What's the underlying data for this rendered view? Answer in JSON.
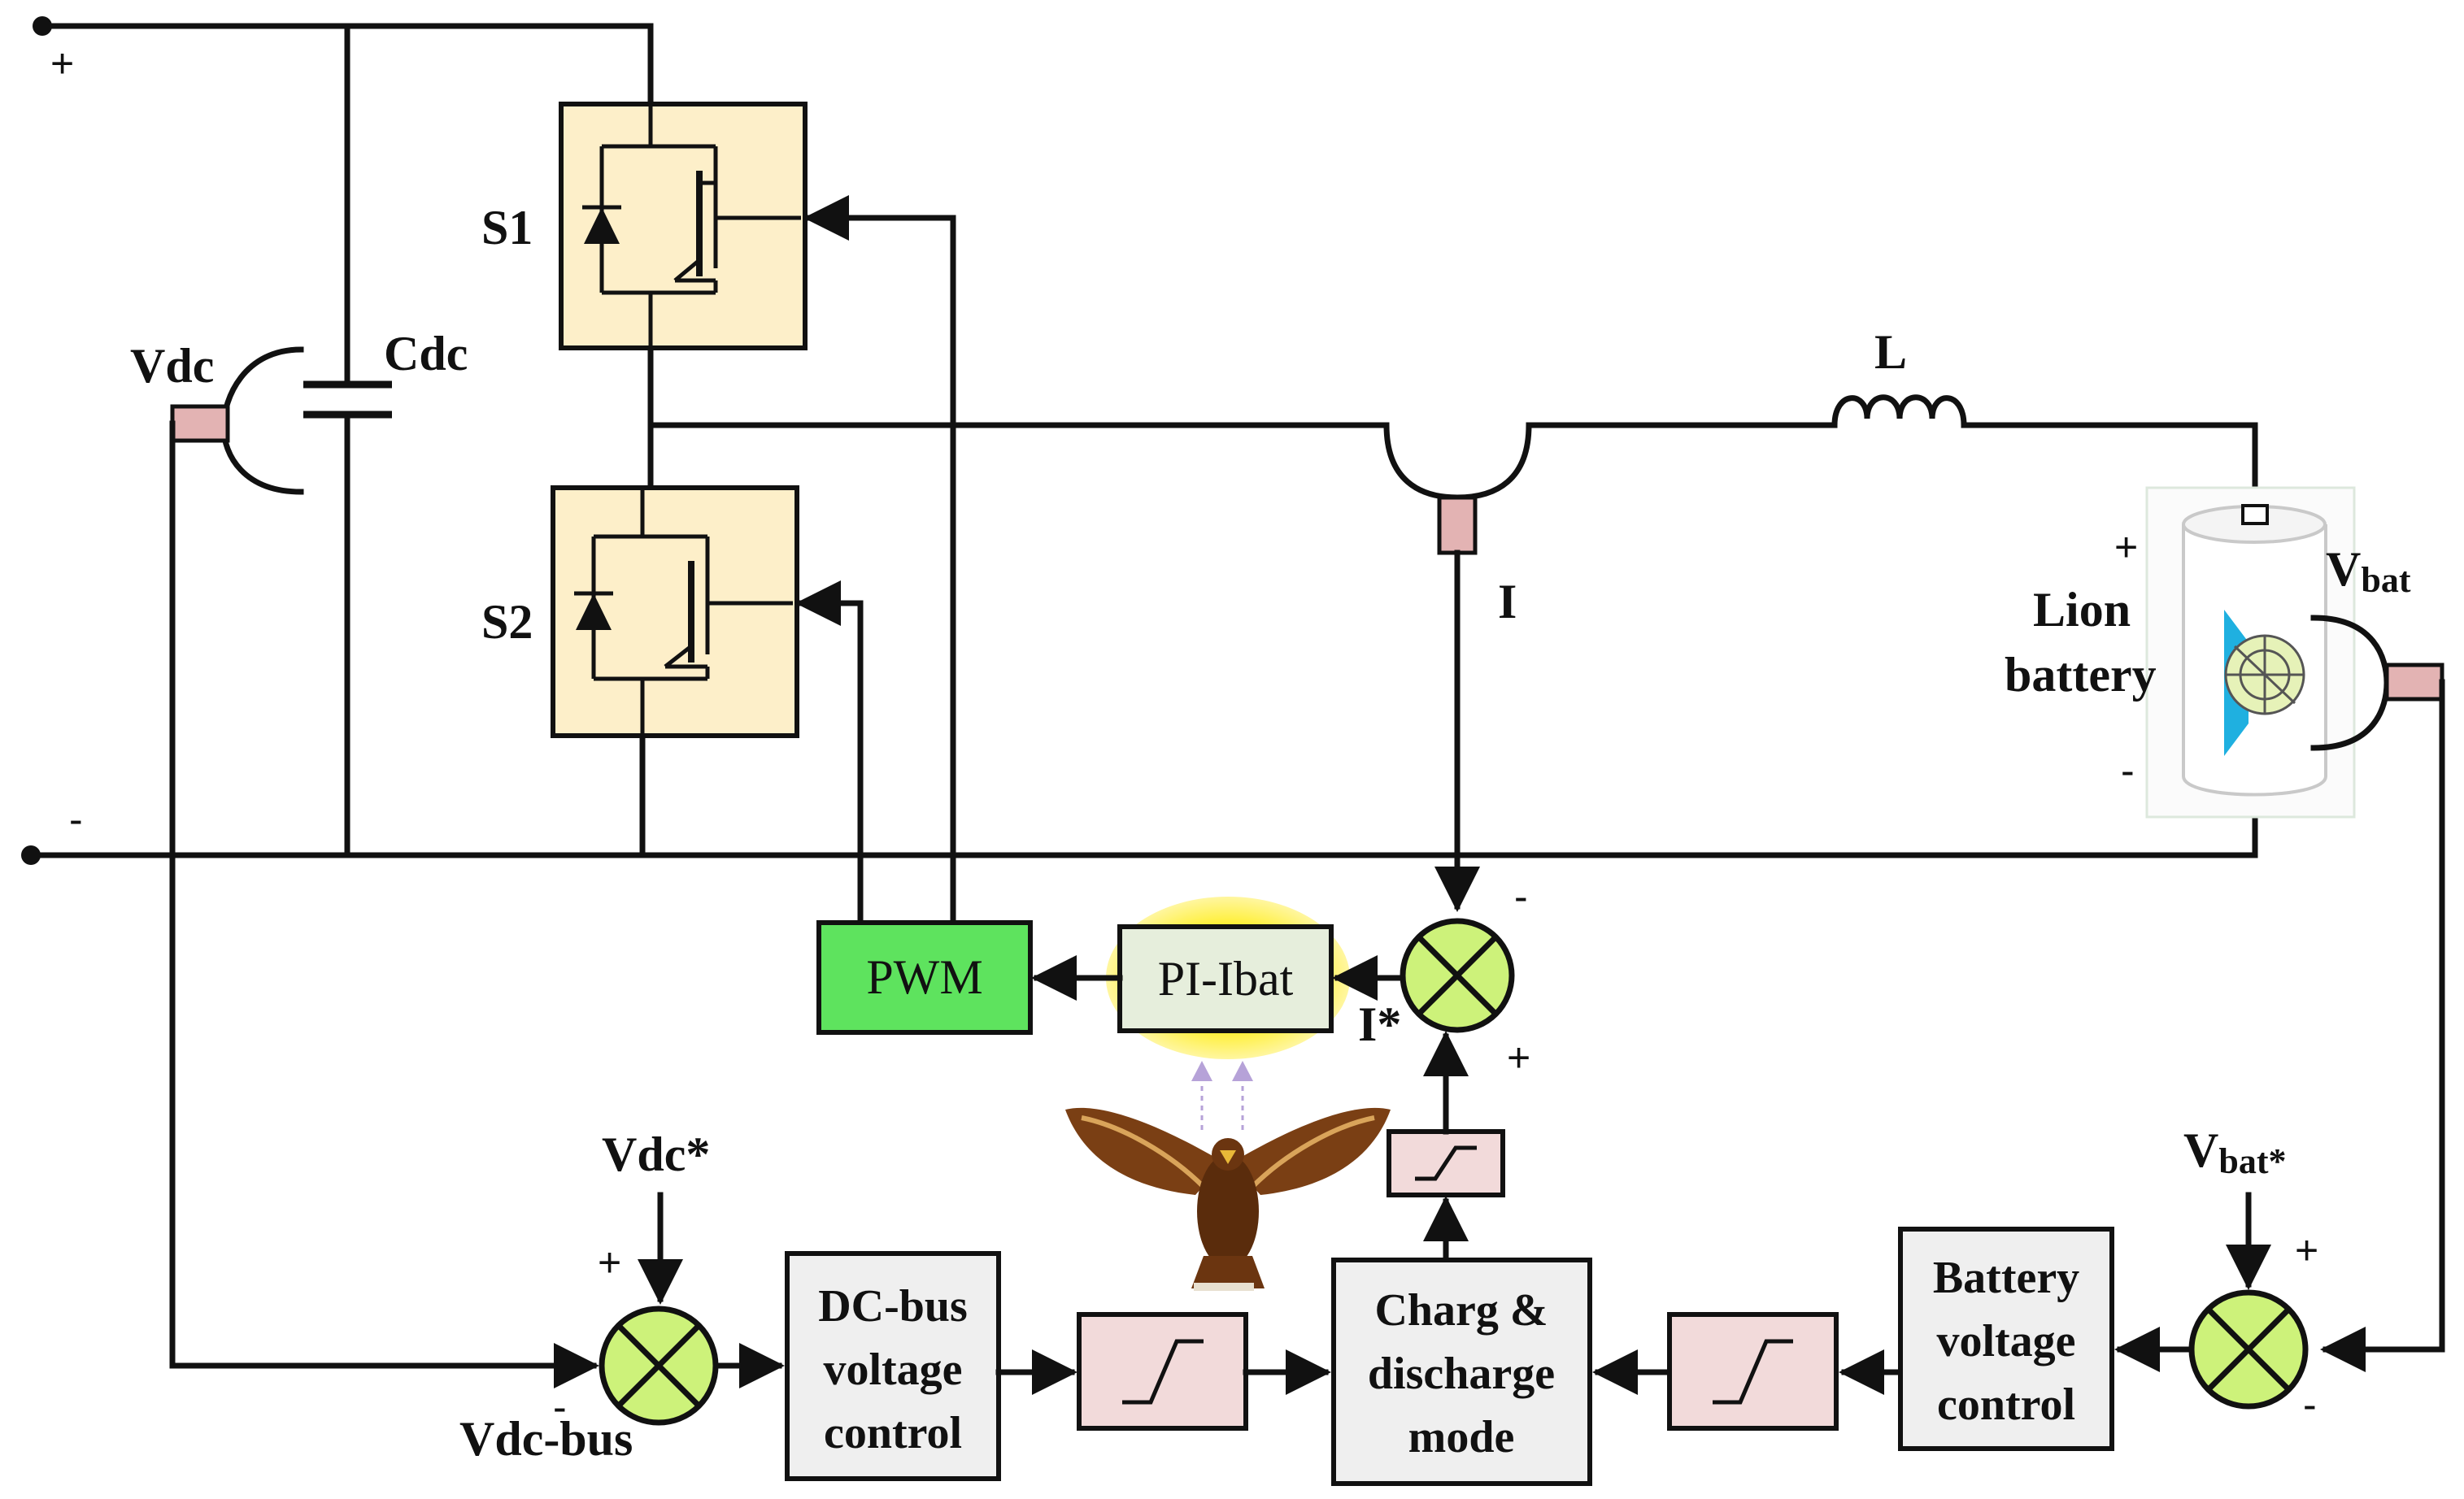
{
  "labels": {
    "plus_top": "+",
    "minus_left": "-",
    "s1": "S1",
    "s2": "S2",
    "vdc": "Vdc",
    "cdc": "Cdc",
    "inductor": "L",
    "current": "I",
    "vbat_main": "V",
    "vbat_sub": "bat",
    "battery_plus": "+",
    "battery_minus": "-",
    "battery_line1": "Lion",
    "battery_line2": "battery",
    "sum_i_minus": "-",
    "sum_i_plus": "+",
    "i_star": "I*",
    "vdc_star": "Vdc*",
    "sum_dc_plus": "+",
    "sum_dc_minus": "-",
    "vdc_bus": "Vdc-bus",
    "vbat_star_main": "V",
    "vbat_star_sub": "bat*",
    "sum_bat_plus": "+",
    "sum_bat_minus": "-"
  },
  "blocks": {
    "pwm": "PWM",
    "pi": "PI-Ibat",
    "dc_ctrl": [
      "DC-bus",
      "voltage",
      "control"
    ],
    "mode": [
      "Charg &",
      "discharge",
      "mode"
    ],
    "bat_ctrl": [
      "Battery",
      "voltage",
      "control"
    ]
  },
  "colors": {
    "igbt_fill": "#fdefc9",
    "pwm_fill": "#5ee35e",
    "pi_fill": "#e6eedc",
    "pi_glow": "#ffee22",
    "summer_fill": "#cdf27a",
    "limiter_fill": "#f2dada",
    "sensor_fill": "#e3b3b3",
    "block_fill": "#efefef"
  },
  "icons": [
    "igbt-s1-icon",
    "igbt-s2-icon",
    "capacitor-icon",
    "inductor-icon",
    "battery-icon",
    "eagle-icon"
  ]
}
